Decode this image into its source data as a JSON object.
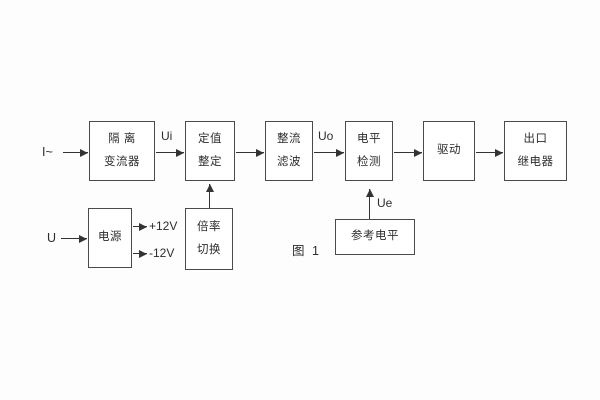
{
  "figure": {
    "caption": "图 1",
    "type": "block-diagram",
    "colors": {
      "background": "#fdfdfd",
      "box_background": "#ffffff",
      "box_border": "#4a4a4a",
      "text": "#2d2d2d",
      "arrow": "#333333"
    }
  },
  "blocks": {
    "isolation": {
      "line1": "隔 离",
      "line2": "变流器"
    },
    "setting": {
      "line1": "定值",
      "line2": "整定"
    },
    "rectifier_filter": {
      "line1": "整流",
      "line2": "滤波"
    },
    "level_detector": {
      "line1": "电平",
      "line2": "检测"
    },
    "driver": {
      "line1": "驱动"
    },
    "output_relay": {
      "line1": "出口",
      "line2": "继电器"
    },
    "power_supply": {
      "line1": "电源"
    },
    "ratio_switch": {
      "line1": "倍率",
      "line2": "切换"
    },
    "reference_level": {
      "line1": "参考电平"
    }
  },
  "signals": {
    "input_current": "I~",
    "input_voltage": "U",
    "ui": "Ui",
    "uo": "Uo",
    "ue": "Ue",
    "plus_12v": "+12V",
    "minus_12v": "-12V"
  }
}
